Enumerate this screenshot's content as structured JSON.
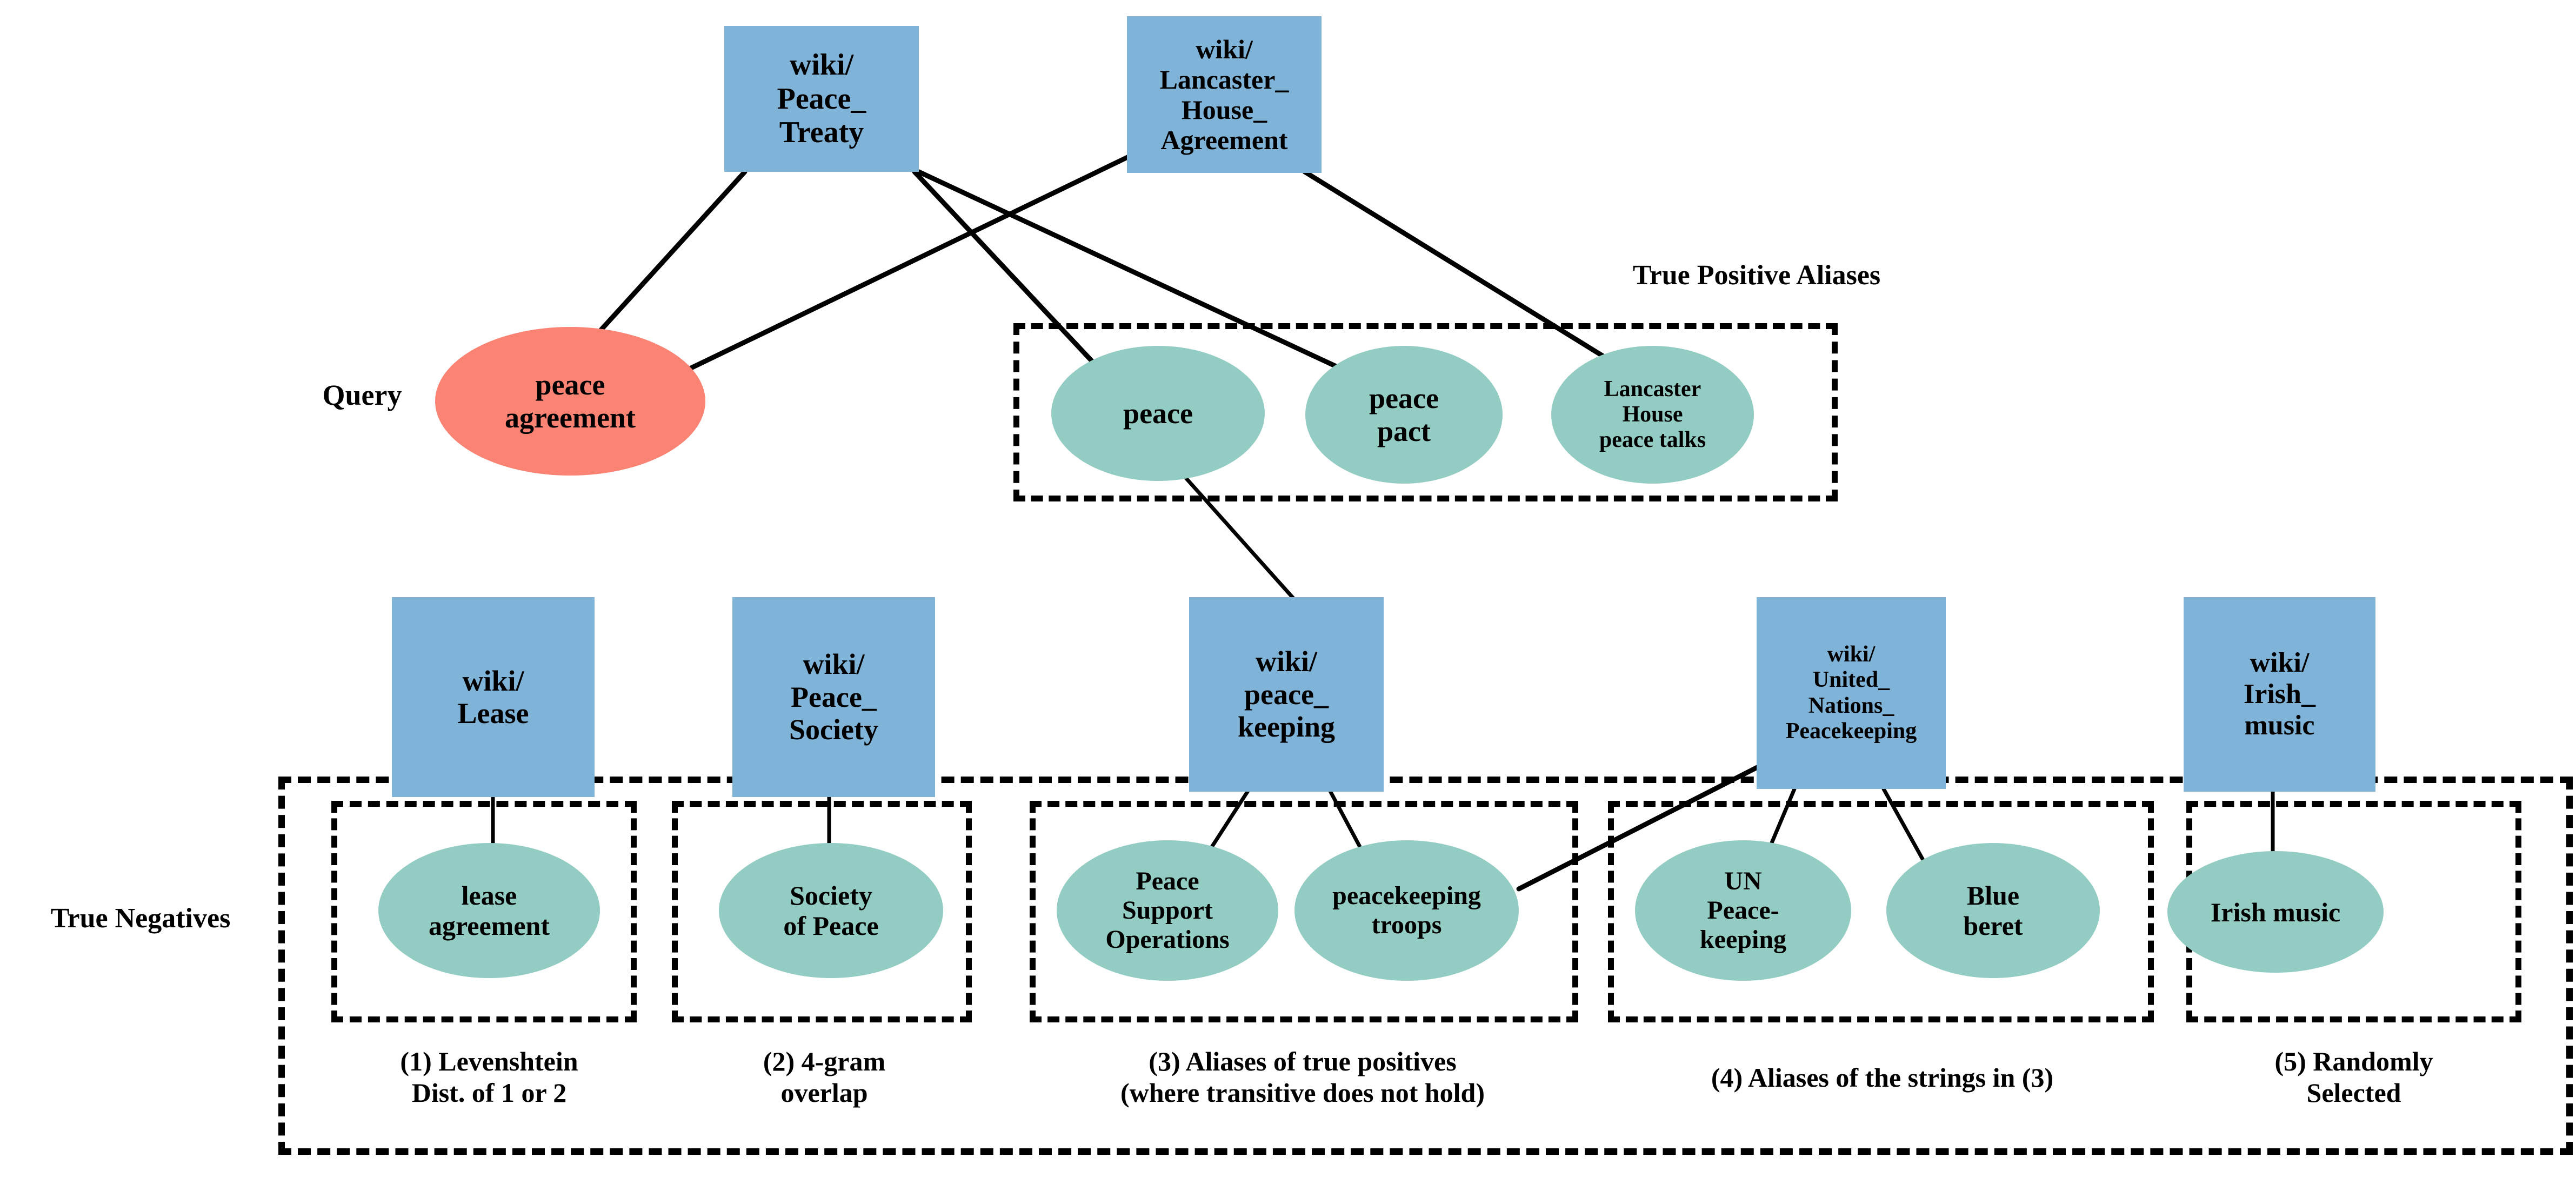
{
  "figure": {
    "title_labels": {
      "query": "Query",
      "true_positive_aliases": "True Positive Aliases",
      "true_negatives": "True Negatives"
    }
  },
  "query_node": {
    "id": "peace-agreement",
    "text": "peace\nagreement",
    "shape": "ellipse",
    "color": "#FA8374"
  },
  "documents": [
    {
      "id": "doc-peace-treaty",
      "text": "wiki/\nPeace_\nTreaty"
    },
    {
      "id": "doc-lancaster-house",
      "text": "wiki/\nLancaster_\nHouse_\nAgreement"
    },
    {
      "id": "doc-lease",
      "text": "wiki/\nLease"
    },
    {
      "id": "doc-peace-society",
      "text": "wiki/\nPeace_\nSociety"
    },
    {
      "id": "doc-peace-keeping",
      "text": "wiki/\npeace_\nkeeping"
    },
    {
      "id": "doc-un-peacekeeping",
      "text": "wiki/\nUnited_\nNations_\nPeacekeeping"
    },
    {
      "id": "doc-irish-music",
      "text": "wiki/\nIrish_\nmusic"
    }
  ],
  "true_positive_aliases": [
    {
      "id": "alias-peace",
      "text": "peace"
    },
    {
      "id": "alias-peace-pact",
      "text": "peace\npact"
    },
    {
      "id": "alias-lancaster-talks",
      "text": "Lancaster\nHouse\npeace talks"
    }
  ],
  "true_negative_aliases": [
    {
      "id": "tn-lease-agreement",
      "text": "lease\nagreement"
    },
    {
      "id": "tn-society-of-peace",
      "text": "Society\nof Peace"
    },
    {
      "id": "tn-peace-support-ops",
      "text": "Peace\nSupport\nOperations"
    },
    {
      "id": "tn-peacekeeping-troops",
      "text": "peacekeeping\ntroops"
    },
    {
      "id": "tn-un-peacekeeping",
      "text": "UN\nPeace-\nkeeping"
    },
    {
      "id": "tn-blue-beret",
      "text": "Blue\nberet"
    },
    {
      "id": "tn-irish-music",
      "text": "Irish music"
    }
  ],
  "category_captions": [
    {
      "id": "caption-1",
      "text": "(1) Levenshtein\nDist. of 1 or 2"
    },
    {
      "id": "caption-2",
      "text": "(2) 4-gram\noverlap"
    },
    {
      "id": "caption-3",
      "text": "(3) Aliases of true positives\n(where transitive does not hold)"
    },
    {
      "id": "caption-4",
      "text": "(4) Aliases of the strings in (3)"
    },
    {
      "id": "caption-5",
      "text": "(5) Randomly\nSelected"
    }
  ],
  "colors": {
    "document_box": "#7FB3D8",
    "alias_ellipse": "#93CCC3",
    "query_ellipse": "#FA8374",
    "edge": "#000000",
    "dashed_border": "#000000",
    "background": "#FFFFFF"
  }
}
